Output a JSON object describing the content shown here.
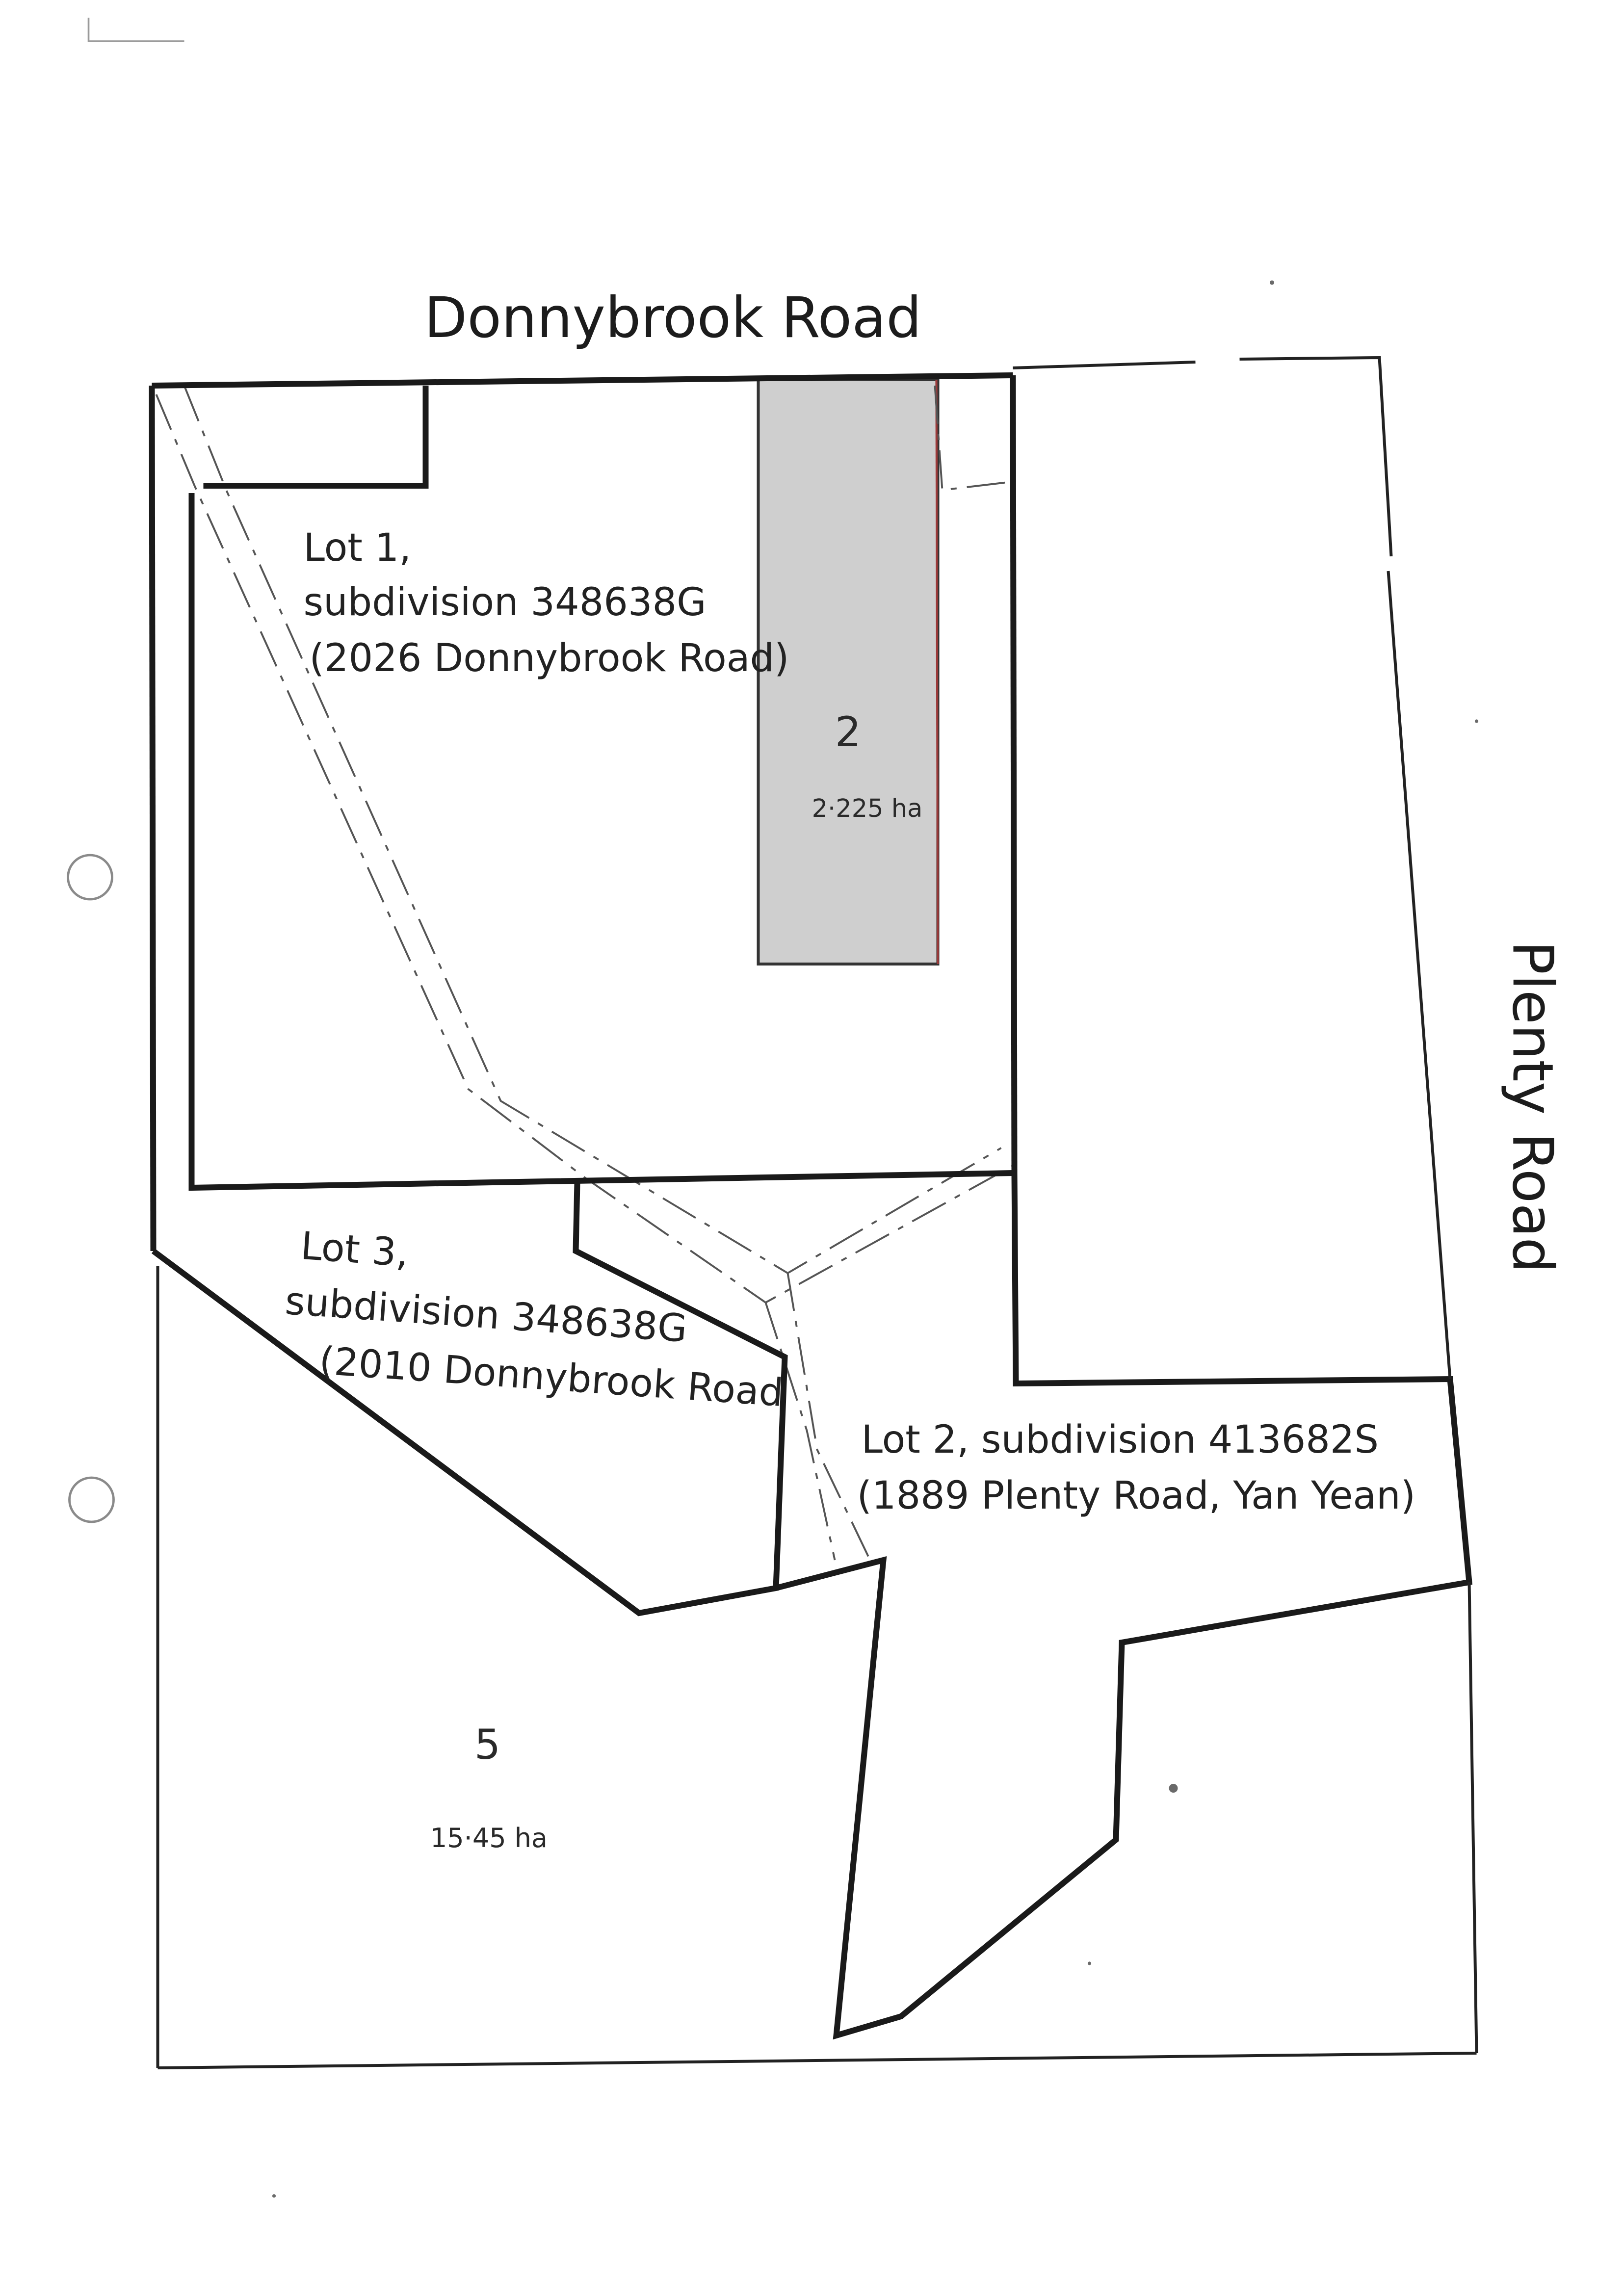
{
  "roads": {
    "north": "Donnybrook Road",
    "east": "Plenty Road"
  },
  "lots": {
    "lot1": {
      "line1": "Lot 1,",
      "line2": "subdivision 348638G",
      "line3": "(2026 Donnybrook Road)"
    },
    "lot3": {
      "line1": "Lot 3,",
      "line2": "subdivision 348638G",
      "line3": "(2010 Donnybrook Road"
    },
    "lot2_plenty": {
      "line1": "Lot 2, subdivision 413682S",
      "line2": "(1889 Plenty Road, Yan Yean)"
    }
  },
  "parcels": {
    "parcel2": {
      "number": "2",
      "area": "2·225 ha"
    },
    "parcel5": {
      "number": "5",
      "area": "15·45 ha"
    }
  },
  "colors": {
    "boundary": "#1a1a1a",
    "thin_line": "#555555",
    "shaded_parcel": "#cfcfcf"
  }
}
